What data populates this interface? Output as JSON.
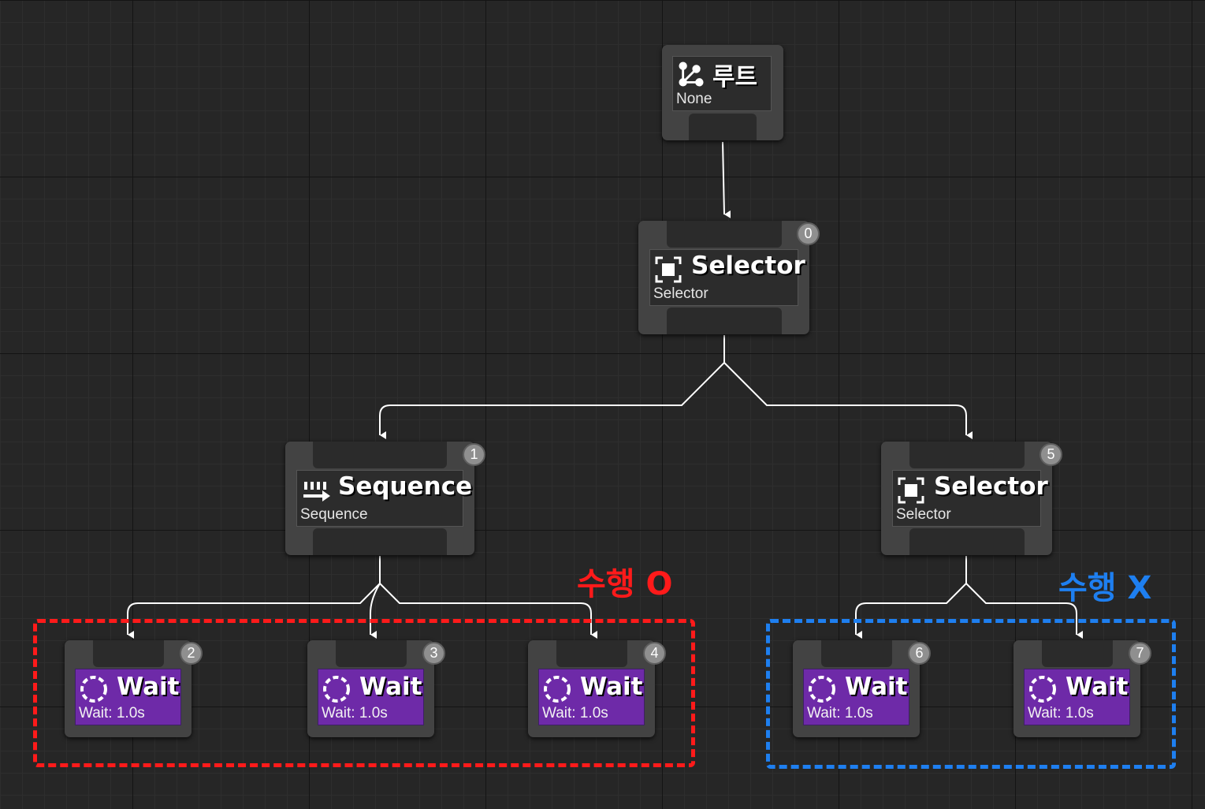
{
  "nodes": {
    "root": {
      "title": "루트",
      "subtitle": "None"
    },
    "selector0": {
      "title": "Selector",
      "subtitle": "Selector",
      "index": "0"
    },
    "sequence1": {
      "title": "Sequence",
      "subtitle": "Sequence",
      "index": "1"
    },
    "selector5": {
      "title": "Selector",
      "subtitle": "Selector",
      "index": "5"
    },
    "wait2": {
      "title": "Wait",
      "subtitle": "Wait: 1.0s",
      "index": "2"
    },
    "wait3": {
      "title": "Wait",
      "subtitle": "Wait: 1.0s",
      "index": "3"
    },
    "wait4": {
      "title": "Wait",
      "subtitle": "Wait: 1.0s",
      "index": "4"
    },
    "wait6": {
      "title": "Wait",
      "subtitle": "Wait: 1.0s",
      "index": "6"
    },
    "wait7": {
      "title": "Wait",
      "subtitle": "Wait: 1.0s",
      "index": "7"
    }
  },
  "annotations": {
    "executed": {
      "text": "수행 O",
      "color": "#ff1a1a"
    },
    "not_executed": {
      "text": "수행 X",
      "color": "#1e7ff0"
    }
  },
  "colors": {
    "node_bg": "#434343",
    "composite_body": "#2c2c2c",
    "task_body": "#6e2aa8",
    "wire": "#ffffff",
    "canvas": "#262626"
  },
  "icons": {
    "root": "tree-root-icon",
    "selector": "selector-icon",
    "sequence": "sequence-icon",
    "wait": "wait-timer-icon"
  }
}
